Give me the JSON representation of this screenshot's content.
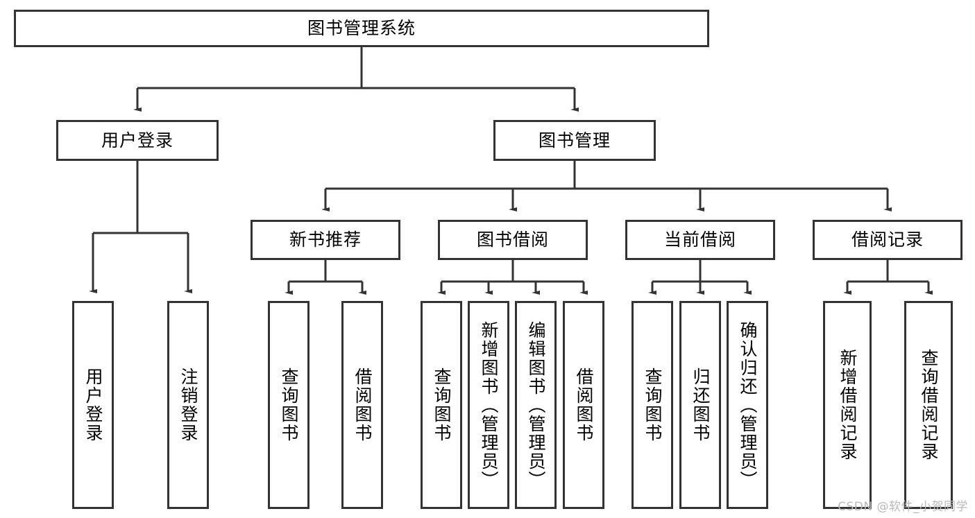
{
  "diagram": {
    "title_node": {
      "label": "图书管理系统"
    },
    "level2": [
      {
        "id": "user-login",
        "label": "用户登录"
      },
      {
        "id": "book-management",
        "label": "图书管理"
      }
    ],
    "level3": [
      {
        "id": "new-book-recommend",
        "label": "新书推荐"
      },
      {
        "id": "book-borrow",
        "label": "图书借阅"
      },
      {
        "id": "current-borrow",
        "label": "当前借阅"
      },
      {
        "id": "borrow-record",
        "label": "借阅记录"
      }
    ],
    "leaves": {
      "user_login": [
        {
          "id": "leaf-user-login",
          "label": "用户登录"
        },
        {
          "id": "leaf-logout-login",
          "label": "注销登录"
        }
      ],
      "new_book_recommend": [
        {
          "id": "leaf-query-book-1",
          "label": "查询图书"
        },
        {
          "id": "leaf-borrow-book-1",
          "label": "借阅图书"
        }
      ],
      "book_borrow": [
        {
          "id": "leaf-query-book-2",
          "label": "查询图书"
        },
        {
          "id": "leaf-add-book",
          "label": "新增图书（管理员）"
        },
        {
          "id": "leaf-edit-book",
          "label": "编辑图书（管理员）"
        },
        {
          "id": "leaf-borrow-book-2",
          "label": "借阅图书"
        }
      ],
      "current_borrow": [
        {
          "id": "leaf-query-book-3",
          "label": "查询图书"
        },
        {
          "id": "leaf-return-book",
          "label": "归还图书"
        },
        {
          "id": "leaf-confirm-return",
          "label": "确认归还（管理员）"
        }
      ],
      "borrow_record": [
        {
          "id": "leaf-add-record",
          "label": "新增借阅记录"
        },
        {
          "id": "leaf-query-record",
          "label": "查询借阅记录"
        }
      ]
    },
    "colors": {
      "border": "#333333",
      "fill": "#ffffff",
      "connector": "#333333",
      "watermark": "#b9b9b9"
    }
  },
  "watermark": {
    "text": "CSDN @软件_小贺同学"
  }
}
